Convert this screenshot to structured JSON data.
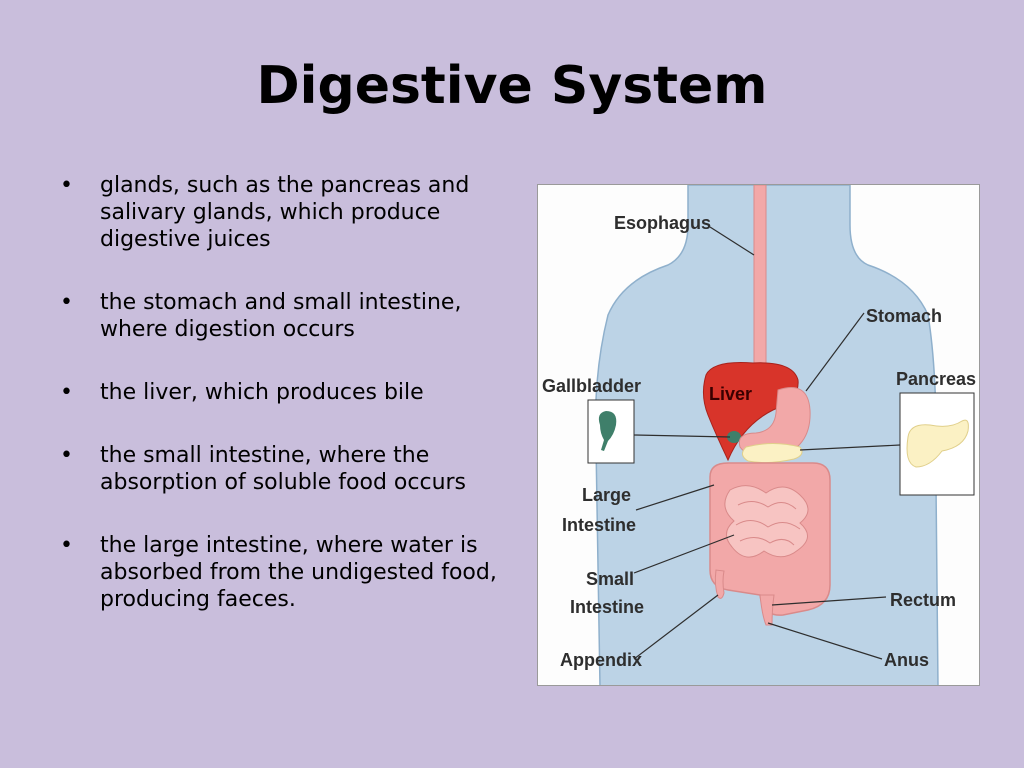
{
  "slide": {
    "title": "Digestive System",
    "bullets": [
      "glands, such as the pancreas and salivary glands, which produce digestive juices",
      "the stomach and small intestine, where digestion occurs",
      "the liver, which produces bile",
      "the small intestine, where the absorption of soluble food occurs",
      "the large intestine, where water is absorbed from  the undigested food, producing faeces."
    ],
    "bullet_glyph": "•"
  },
  "diagram": {
    "labels": {
      "esophagus": "Esophagus",
      "stomach": "Stomach",
      "gallbladder": "Gallbladder",
      "liver": "Liver",
      "pancreas": "Pancreas",
      "large_intestine_1": "Large",
      "large_intestine_2": "Intestine",
      "small_intestine_1": "Small",
      "small_intestine_2": "Intestine",
      "rectum": "Rectum",
      "appendix": "Appendix",
      "anus": "Anus"
    },
    "colors": {
      "background": "#c9bedc",
      "body": "#bcd3e6",
      "organ": "#f2a8a8",
      "liver": "#d8342a",
      "pancreas": "#fbf1c4"
    }
  }
}
